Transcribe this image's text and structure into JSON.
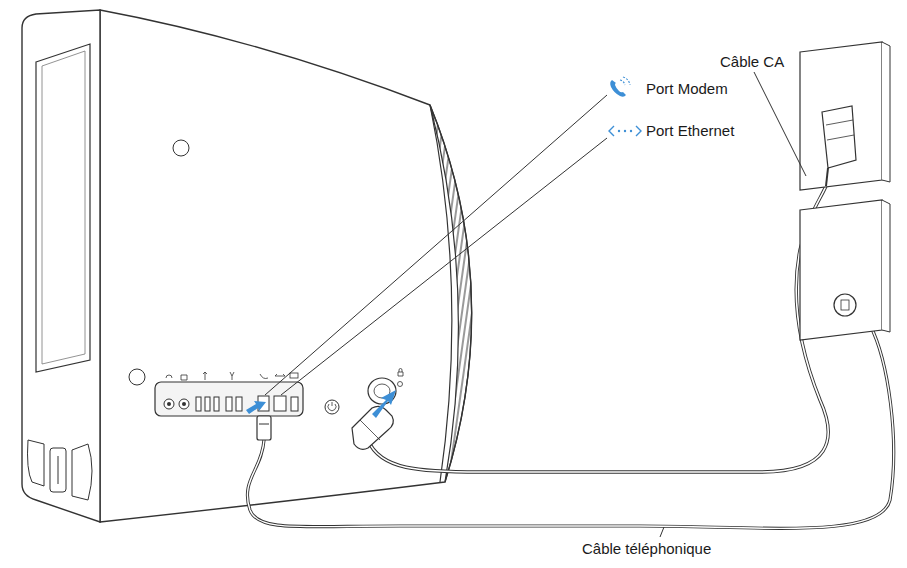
{
  "diagram": {
    "labels": [
      "Port Modem",
      "Port Ethernet",
      "Câble CA",
      "Câble téléphonique"
    ]
  }
}
